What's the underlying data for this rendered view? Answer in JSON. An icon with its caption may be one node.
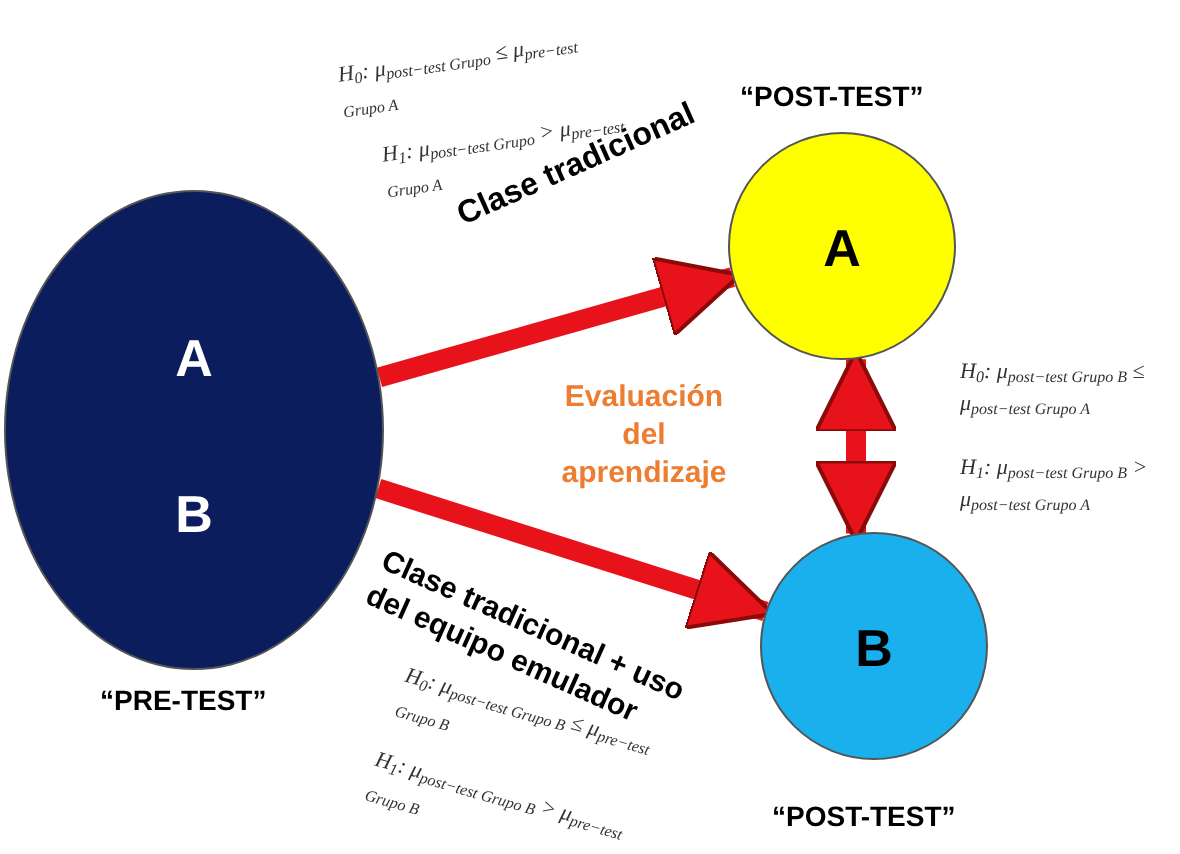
{
  "diagram": {
    "nodes": [
      {
        "text": [
          "A",
          "B"
        ],
        "beside": [
          "“PRE-TEST”"
        ]
      },
      {
        "text": [
          "A"
        ],
        "beside": [
          "“POST-TEST”"
        ]
      },
      {
        "text": [
          "B"
        ],
        "beside": [
          "“POST-TEST”"
        ]
      }
    ],
    "edges": [
      {
        "from": 0,
        "to": 1,
        "arrow": "to",
        "label": "Clase tradicional"
      },
      {
        "from": 0,
        "to": 2,
        "arrow": "to",
        "label": "Clase tradicional + uso del equipo emulador"
      },
      {
        "from": 1,
        "to": 2,
        "arrow": "both",
        "label": "Evaluación del aprendizaje"
      }
    ],
    "labels": [
      "H$_{0}$: μ$_{post−test Grupo}$ ≤ μ$_{pre−test Grupo A}$",
      "H$_{1}$: μ$_{post−test Grupo}$ > μ$_{pre−test Grupo A}$",
      "H$_{0}$: μ$_{post−test Grupo B}$ ≤ μ$_{post−test Grupo A}$",
      "H$_{1}$: μ$_{post−test Grupo B}$ > μ$_{post−test Grupo A}$",
      "H$_{0}$: μ$_{post−test Grupo B}$ ≤ μ$_{pre−test Grupo B}$",
      "H$_{1}$: μ$_{post−test Grupo B}$ > μ$_{pre−test Grupo B}$"
    ]
  }
}
